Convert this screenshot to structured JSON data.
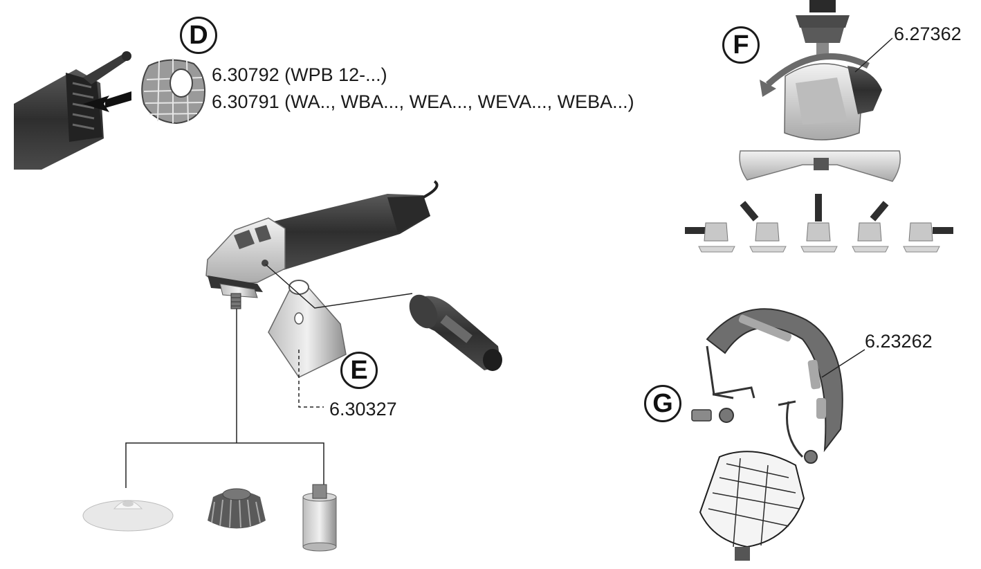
{
  "sections": {
    "D": {
      "badge": "D",
      "parts": [
        "6.30792 (WPB 12-...)",
        "6.30791 (WA.., WBA..., WEA..., WEVA..., WEBA...)"
      ]
    },
    "E": {
      "badge": "E",
      "part": "6.30327"
    },
    "F": {
      "badge": "F",
      "part": "6.27362"
    },
    "G": {
      "badge": "G",
      "part": "6.23262"
    }
  },
  "colors": {
    "ink": "#1a1a1a",
    "tool_dark": "#3a3a3a",
    "tool_mid": "#8a8a8a",
    "tool_light": "#d8d8d8",
    "paper": "#ffffff"
  }
}
